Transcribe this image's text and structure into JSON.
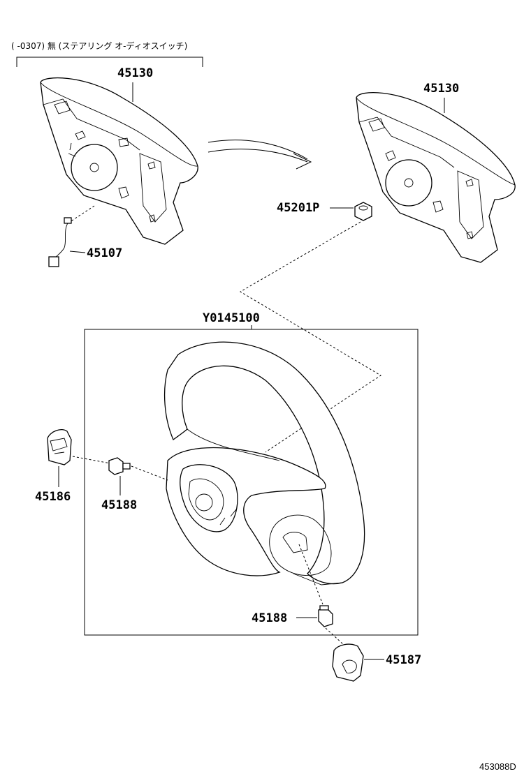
{
  "header_note": "(  -0307)  無 (ステアリング オ-ディオスイッチ)",
  "labels": {
    "airbag_left": "45130",
    "airbag_right": "45130",
    "wire": "45107",
    "nut": "45201P",
    "wheel_assembly": "Y0145100",
    "cover_left": "45186",
    "screw_left": "45188",
    "screw_bottom": "45188",
    "cover_bottom": "45187"
  },
  "figure_code": "453088D"
}
